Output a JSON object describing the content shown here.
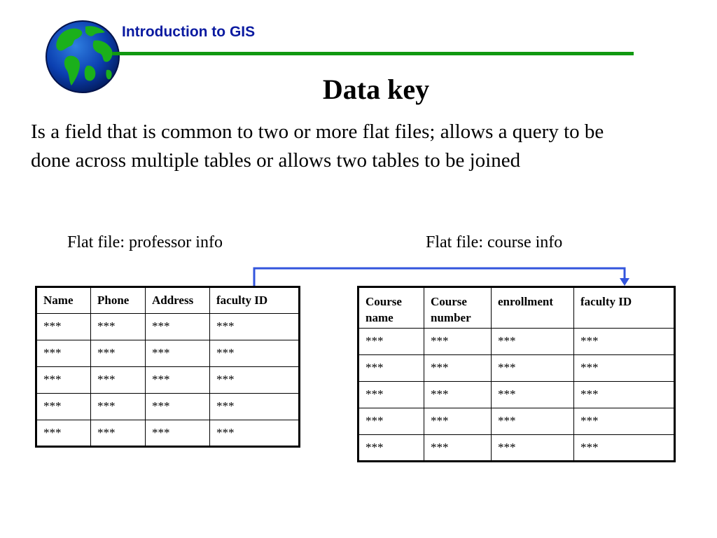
{
  "header": {
    "title": "Introduction to GIS",
    "rule_color": "#119911",
    "title_color": "#0a1aa0",
    "logo_icon": "globe-icon"
  },
  "slide": {
    "title": "Data key",
    "definition": "Is a field that is common to two or more flat files; allows a query to be done across multiple tables or allows two tables to be joined"
  },
  "professor_table": {
    "caption": "Flat file: professor info",
    "columns": [
      "Name",
      "Phone",
      "Address",
      "faculty ID"
    ],
    "rows": [
      [
        "***",
        "***",
        "***",
        "***"
      ],
      [
        "***",
        "***",
        "***",
        "***"
      ],
      [
        "***",
        "***",
        "***",
        "***"
      ],
      [
        "***",
        "***",
        "***",
        "***"
      ],
      [
        "***",
        "***",
        "***",
        "***"
      ]
    ]
  },
  "course_table": {
    "caption": "Flat file: course info",
    "columns": [
      "Course name",
      "Course number",
      "enrollment",
      "faculty ID"
    ],
    "rows": [
      [
        "***",
        "***",
        "***",
        "***"
      ],
      [
        "***",
        "***",
        "***",
        "***"
      ],
      [
        "***",
        "***",
        "***",
        "***"
      ],
      [
        "***",
        "***",
        "***",
        "***"
      ],
      [
        "***",
        "***",
        "***",
        "***"
      ]
    ]
  },
  "connector": {
    "from": "professor_table.faculty ID",
    "to": "course_table.faculty ID",
    "color": "#3355dd"
  }
}
